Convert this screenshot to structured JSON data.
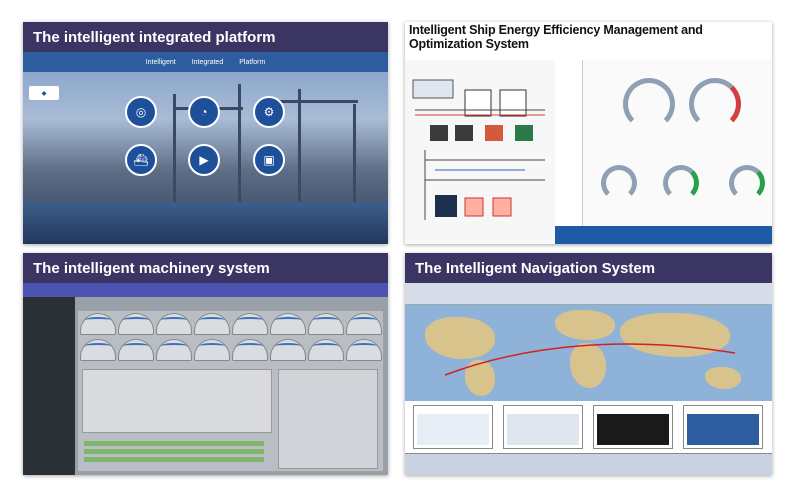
{
  "panels": {
    "platform": {
      "title": "The intelligent integrated platform",
      "nav": [
        "Intelligent",
        "Integrated",
        "Platform"
      ]
    },
    "energy": {
      "title": "Intelligent Ship Energy Efficiency Management and Optimization System"
    },
    "machinery": {
      "title": "The intelligent machinery system"
    },
    "navigation": {
      "title": "The Intelligent Navigation System"
    }
  },
  "colors": {
    "title_bg": "#3a3563",
    "accent": "#1d4f9a"
  }
}
